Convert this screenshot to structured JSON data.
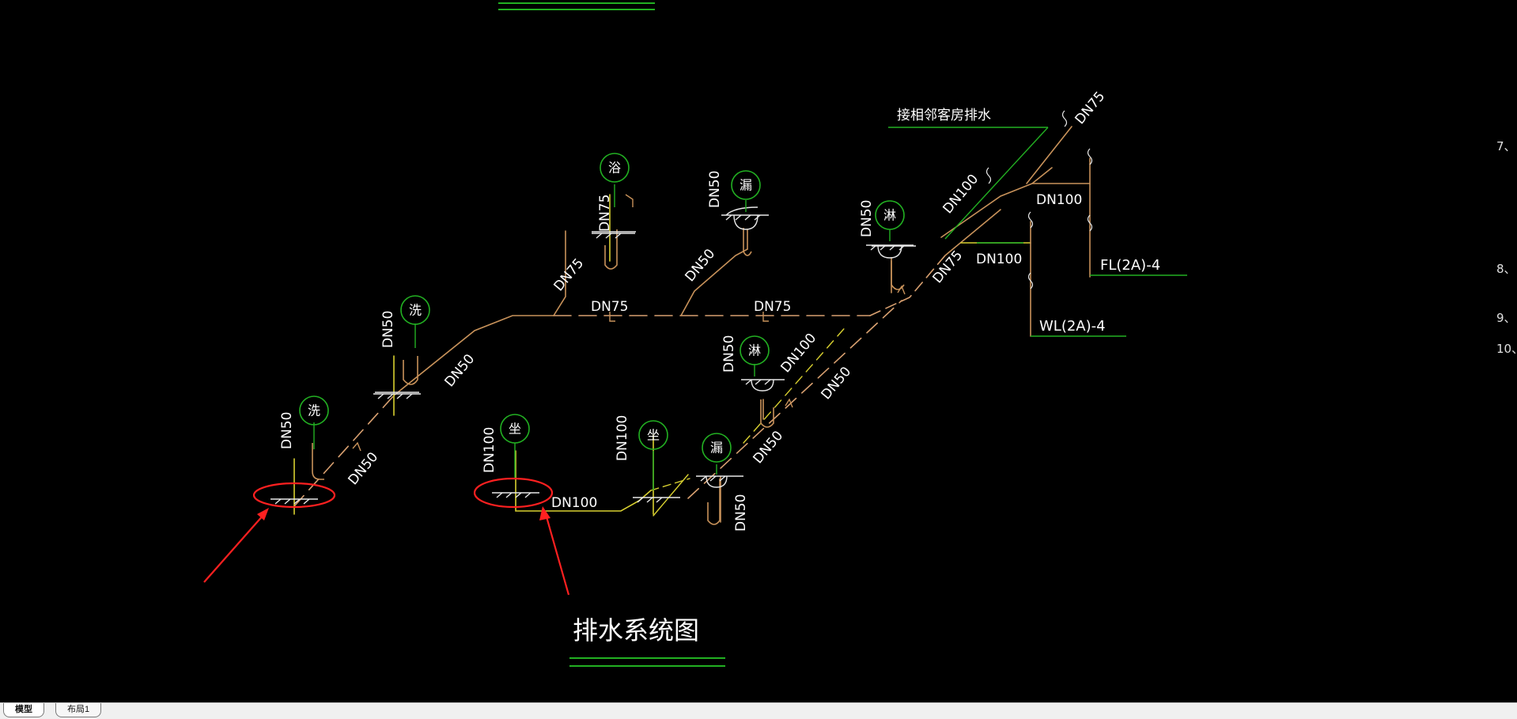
{
  "drawing": {
    "title": "排水系统图",
    "note_top": "接相邻客房排水",
    "fixtures": {
      "wash1": "洗",
      "wash2": "洗",
      "bath": "浴",
      "floor_drain1": "漏",
      "floor_drain2": "漏",
      "shower1": "淋",
      "shower2": "淋",
      "toilet1": "坐",
      "toilet2": "坐"
    },
    "pipe_labels": {
      "dn50_a": "DN50",
      "dn50_b": "DN50",
      "dn50_c": "DN50",
      "dn50_d": "DN50",
      "dn50_e": "DN50",
      "dn50_f": "DN50",
      "dn50_g": "DN50",
      "dn50_h": "DN50",
      "dn50_i": "DN50",
      "dn50_j": "DN50",
      "dn50_k": "DN50",
      "dn75_a": "DN75",
      "dn75_b": "DN75",
      "dn75_c": "DN75",
      "dn75_d": "DN75",
      "dn75_e": "DN75",
      "dn75_f": "DN75",
      "dn100_a": "DN100",
      "dn100_b": "DN100",
      "dn100_c": "DN100",
      "dn100_d": "DN100",
      "dn100_e": "DN100",
      "dn100_f": "DN100",
      "dn100_g": "DN100"
    },
    "risers": {
      "fl": "FL(2A)-4",
      "wl": "WL(2A)-4"
    },
    "side_notes": [
      "7、",
      "8、",
      "9、",
      "10、"
    ]
  },
  "tabs": [
    {
      "label": "模型",
      "active": true
    },
    {
      "label": "布局1",
      "active": false
    }
  ],
  "colors": {
    "background": "#000000",
    "pipe_main": "#c8925a",
    "pipe_dashed": "#d8a070",
    "pipe_yellow": "#d8d030",
    "leader_green": "#22b022",
    "text": "#ffffff",
    "annotation_red": "#ff2020"
  }
}
